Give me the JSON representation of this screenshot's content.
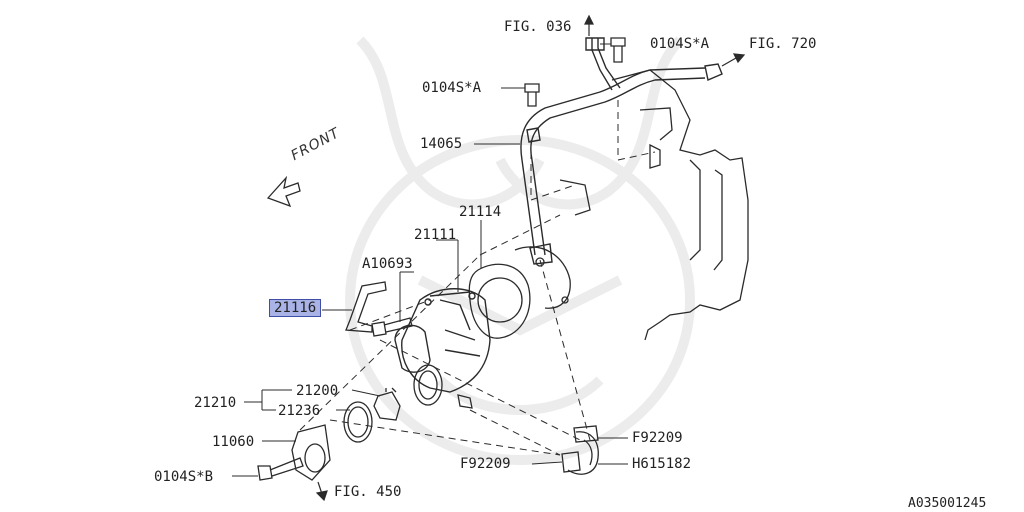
{
  "labels": {
    "fig036": "FIG. 036",
    "fig720": "FIG. 720",
    "fig450": "FIG. 450",
    "bolt_top_right": "0104S*A",
    "bolt_top_left": "0104S*A",
    "bolt_bottom": "0104S*B",
    "p14065": "14065",
    "p21114": "21114",
    "p21111": "21111",
    "pA10693": "A10693",
    "p21116": "21116",
    "p21200": "21200",
    "p21210": "21210",
    "p21236": "21236",
    "p11060": "11060",
    "pF92209a": "F92209",
    "pF92209b": "F92209",
    "pH615182": "H615182",
    "front": "FRONT",
    "diagram_id": "A035001245"
  },
  "colors": {
    "line": "#2b2b2b",
    "highlight": "#a9b3e6",
    "watermark": "#ececec"
  }
}
